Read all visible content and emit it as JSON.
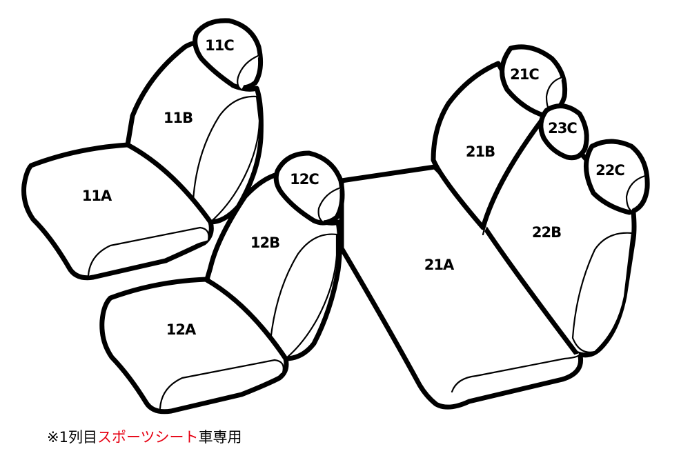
{
  "labels": {
    "s11a": "11A",
    "s11b": "11B",
    "s11c": "11C",
    "s12a": "12A",
    "s12b": "12B",
    "s12c": "12C",
    "s21a": "21A",
    "s21b": "21B",
    "s21c": "21C",
    "s22b": "22B",
    "s22c": "22C",
    "s23c": "23C"
  },
  "note": {
    "prefix": "※1列目",
    "highlight": "スポーツシート",
    "suffix": "車専用"
  },
  "colors": {
    "outline": "#000000",
    "highlight": "#e60012"
  }
}
